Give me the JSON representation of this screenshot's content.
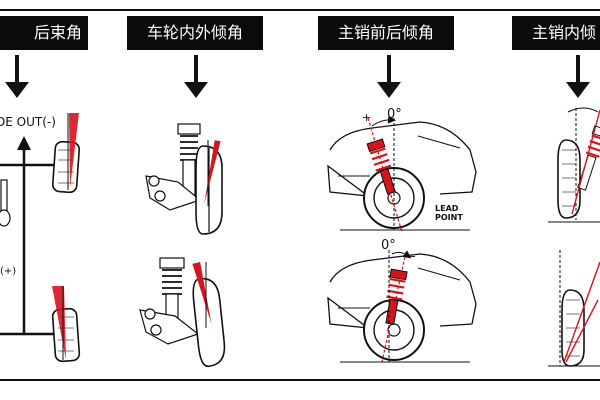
{
  "headers": {
    "toe": "后束角",
    "camber": "车轮内外倾角",
    "caster": "主销前后倾角",
    "kpi": "主销内倾"
  },
  "labels": {
    "toe_out": "DE OUT(-)",
    "toe_in": "(+)",
    "lead_point": "LEAD POINT",
    "caster_plus": "+",
    "caster_zero_top": "0°",
    "caster_zero_bottom": "0°",
    "caster_minus": "−"
  },
  "colors": {
    "header_bg": "#0b0b0b",
    "header_text": "#ffffff",
    "accent_red": "#d6141e",
    "line": "#111111"
  },
  "icons": {
    "arrow": "down-arrow-icon",
    "wheel": "wheel-icon",
    "strut": "strut-icon",
    "car": "car-front-icon"
  }
}
